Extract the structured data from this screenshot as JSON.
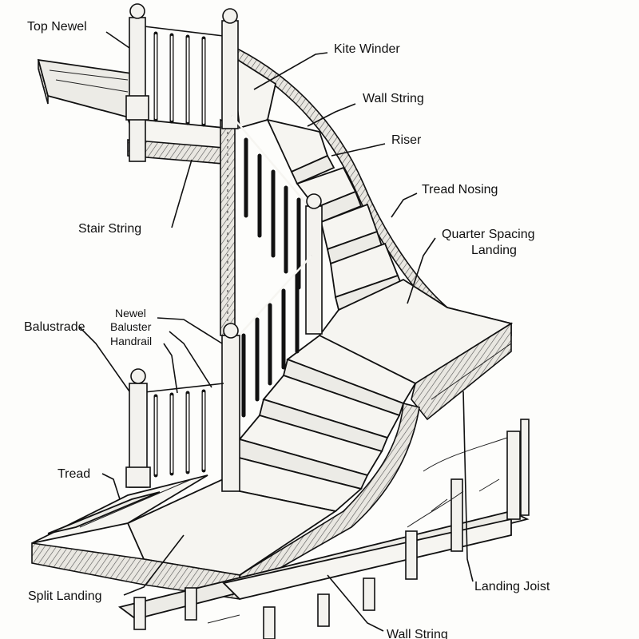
{
  "labels": {
    "top_newel": "Top Newel",
    "kite_winder": "Kite Winder",
    "wall_string_upper": "Wall String",
    "riser": "Riser",
    "tread_nosing": "Tread Nosing",
    "quarter_spacing_landing_1": "Quarter Spacing",
    "quarter_spacing_landing_2": "Landing",
    "stair_string": "Stair String",
    "newel": "Newel",
    "baluster": "Baluster",
    "handrail": "Handrail",
    "balustrade": "Balustrade",
    "tread": "Tread",
    "split_landing": "Split Landing",
    "landing_joist": "Landing Joist",
    "wall_string_lower": "Wall String"
  }
}
